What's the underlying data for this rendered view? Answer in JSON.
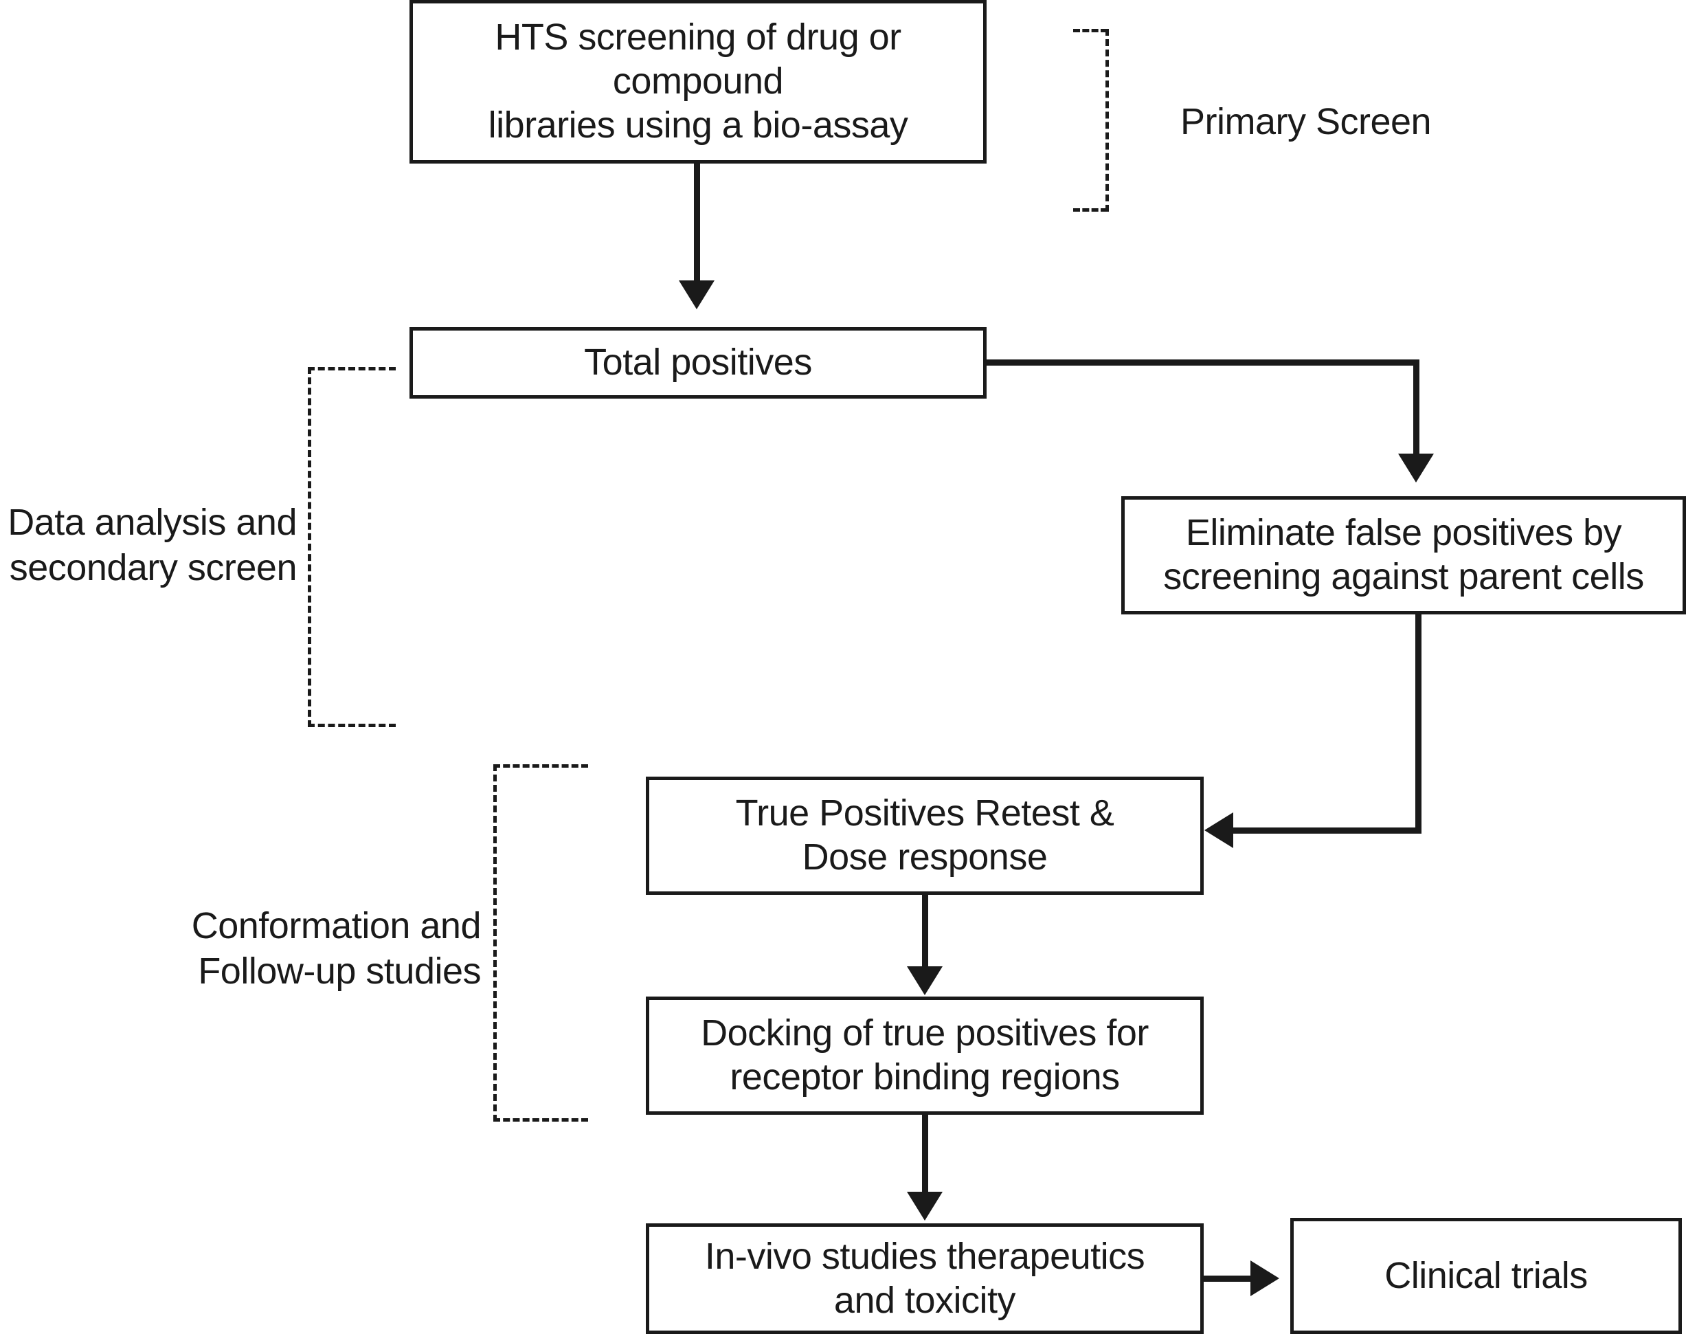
{
  "figure": {
    "title": "High-throughput screening drug discovery workflow",
    "background_color": "#ffffff",
    "line_color": "#1a1a1a"
  },
  "nodes": {
    "hts_screening": "HTS screening of drug or compound\nlibraries using a bio-assay",
    "total_positives": "Total positives",
    "eliminate_false_positives": "Eliminate false positives by\nscreening against parent cells",
    "true_positives_retest": "True Positives Retest &\nDose response",
    "docking": "Docking  of  true positives for\nreceptor  binding regions",
    "in_vivo_studies": "In-vivo studies therapeutics\nand toxicity",
    "clinical_trials": "Clinical trials"
  },
  "phase_labels": {
    "primary_screen": "Primary Screen",
    "data_analysis": "Data analysis and\nsecondary screen",
    "conformation": "Conformation and\nFollow-up studies"
  },
  "flow": {
    "edges": [
      {
        "from": "hts_screening",
        "to": "total_positives",
        "style": "solid-arrow-down"
      },
      {
        "from": "total_positives",
        "to": "eliminate_false_positives",
        "style": "solid-elbow-right-down"
      },
      {
        "from": "eliminate_false_positives",
        "to": "true_positives_retest",
        "style": "solid-elbow-down-left"
      },
      {
        "from": "true_positives_retest",
        "to": "docking",
        "style": "solid-arrow-down"
      },
      {
        "from": "docking",
        "to": "in_vivo_studies",
        "style": "solid-arrow-down"
      },
      {
        "from": "in_vivo_studies",
        "to": "clinical_trials",
        "style": "solid-arrow-right"
      }
    ],
    "brackets": [
      {
        "label": "primary_screen",
        "opens": "left",
        "covers": [
          "hts_screening"
        ]
      },
      {
        "label": "data_analysis",
        "opens": "right",
        "covers": [
          "total_positives",
          "eliminate_false_positives"
        ]
      },
      {
        "label": "conformation",
        "opens": "right",
        "covers": [
          "true_positives_retest",
          "docking"
        ]
      }
    ]
  }
}
